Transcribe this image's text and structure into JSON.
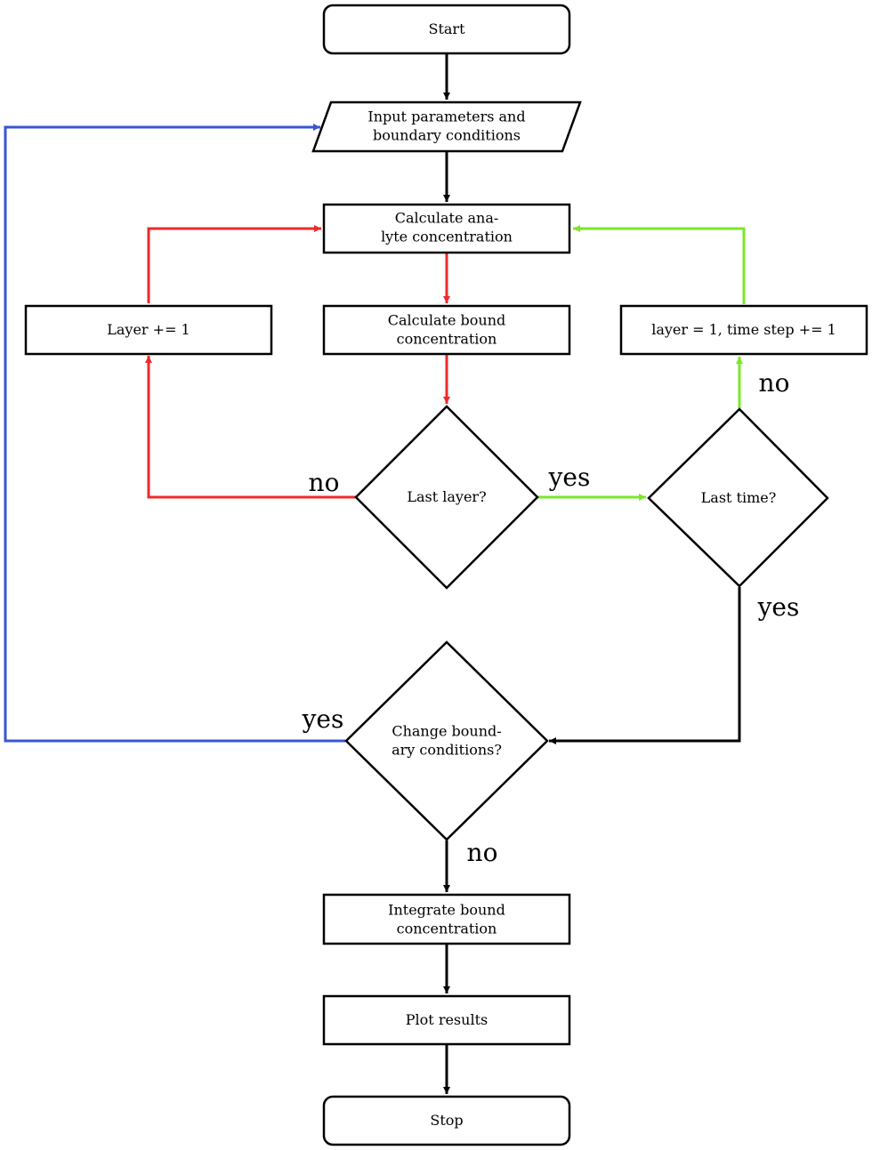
{
  "colors": {
    "black": "#000000",
    "red": "#ee2a2a",
    "green": "#7ce62a",
    "blue": "#3a55d6"
  },
  "nodes": {
    "start": {
      "lines": [
        "Start"
      ]
    },
    "input": {
      "lines": [
        "Input parameters and",
        "boundary conditions"
      ]
    },
    "calc_analyte": {
      "lines": [
        "Calculate ana-",
        "lyte concentration"
      ]
    },
    "calc_bound": {
      "lines": [
        "Calculate bound",
        "concentration"
      ]
    },
    "layer_inc": {
      "lines": [
        "Layer += 1"
      ]
    },
    "time_inc": {
      "lines": [
        "layer = 1, time step += 1"
      ]
    },
    "last_layer": {
      "lines": [
        "Last layer?"
      ]
    },
    "last_time": {
      "lines": [
        "Last time?"
      ]
    },
    "change_bc": {
      "lines": [
        "Change bound-",
        "ary conditions?"
      ]
    },
    "integrate": {
      "lines": [
        "Integrate bound",
        "concentration"
      ]
    },
    "plot": {
      "lines": [
        "Plot results"
      ]
    },
    "stop": {
      "lines": [
        "Stop"
      ]
    }
  },
  "edge_labels": {
    "last_layer_no": "no",
    "last_layer_yes": "yes",
    "last_time_no": "no",
    "last_time_yes": "yes",
    "change_bc_yes": "yes",
    "change_bc_no": "no"
  }
}
